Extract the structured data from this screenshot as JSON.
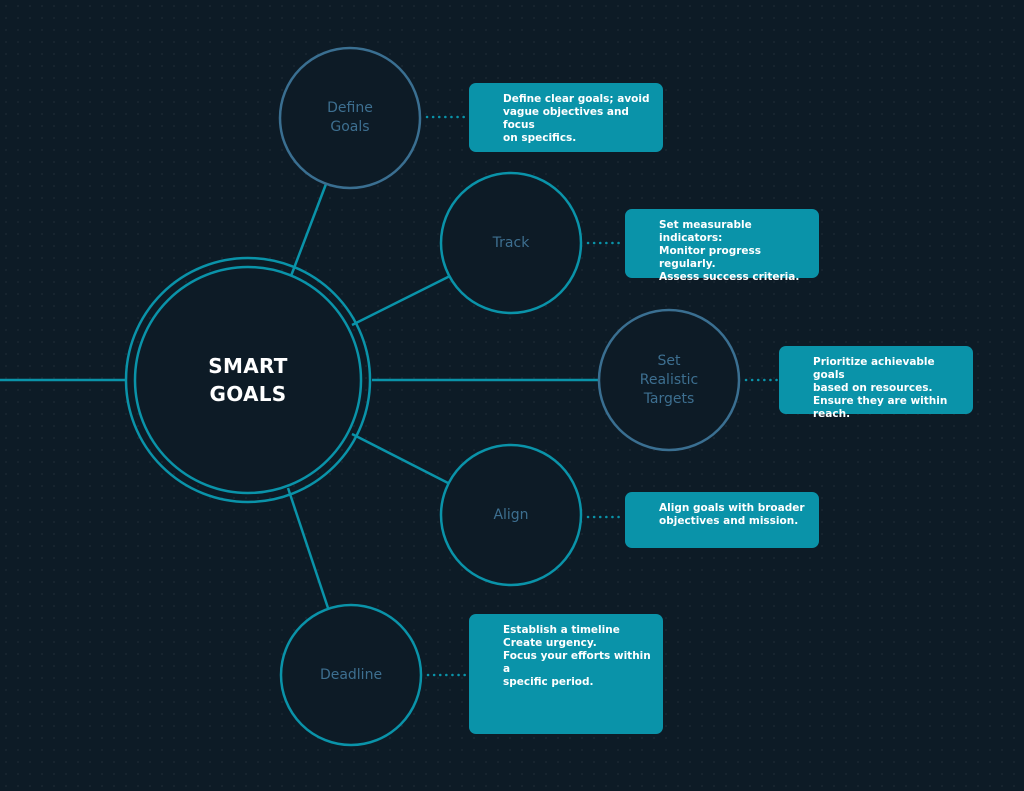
{
  "center": {
    "title": "SMART\nGOALS"
  },
  "nodes": [
    {
      "id": "define-goals",
      "label": "Define\nGoals",
      "description": "Define clear goals; avoid\nvague objectives and focus\non specifics."
    },
    {
      "id": "track",
      "label": "Track",
      "description": "Set measurable indicators:\nMonitor progress regularly.\nAssess success criteria."
    },
    {
      "id": "set-realistic-targets",
      "label": "Set\nRealistic\nTargets",
      "description": "Prioritize achievable goals\nbased on resources.\nEnsure they are within reach."
    },
    {
      "id": "align",
      "label": "Align",
      "description": "Align goals with broader\nobjectives and mission."
    },
    {
      "id": "deadline",
      "label": "Deadline",
      "description": "Establish a timeline\nCreate urgency.\nFocus your efforts within a\nspecific period."
    }
  ],
  "colors": {
    "background": "#0d1b26",
    "center_ring": "#0a93a9",
    "node_ring": "#3a6f91",
    "node_label": "#3d6f90",
    "connector": "#0a93a9",
    "info_box": "#0a93a9",
    "info_text": "#ffffff"
  }
}
